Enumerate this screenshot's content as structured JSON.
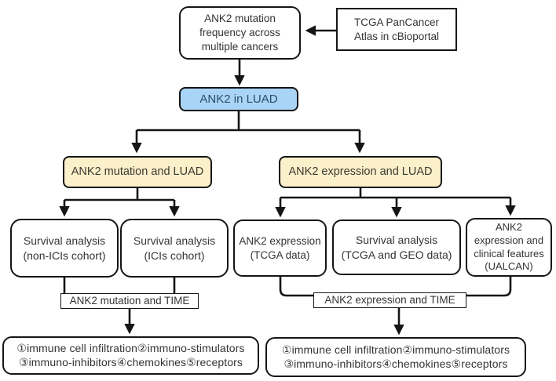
{
  "flowchart": {
    "nodes": {
      "freq": {
        "label": "ANK2 mutation\nfrequency across\nmultiple cancers"
      },
      "source": {
        "label": "TCGA PanCancer\nAtlas  in cBioportal"
      },
      "luad": {
        "label": "ANK2 in LUAD"
      },
      "mutation_luad": {
        "label": "ANK2 mutation and LUAD"
      },
      "expression_luad": {
        "label": "ANK2 expression and LUAD"
      },
      "survival_non_icis": {
        "label": "Survival analysis\n(non-ICIs cohort)"
      },
      "survival_icis": {
        "label": "Survival analysis\n(ICIs cohort)"
      },
      "expression_tcga": {
        "label": "ANK2 expression\n(TCGA data)"
      },
      "survival_tcga_geo": {
        "label": "Survival analysis\n(TCGA and GEO data)"
      },
      "expression_clinical": {
        "label": "ANK2\nexpression and\nclinical features\n(UALCAN)"
      },
      "mutation_time": {
        "label": "ANK2 mutation and TIME"
      },
      "expression_time": {
        "label": "ANK2 expression and TIME"
      },
      "time_components_left": {
        "label": "①immune cell infiltration②immuno-stimulators\n③immuno-inhibitors④chemokines⑤receptors"
      },
      "time_components_right": {
        "label": "①immune cell infiltration②immuno-stimulators\n③immuno-inhibitors④chemokines⑤receptors"
      }
    },
    "colors": {
      "luad_fill": "#a9d4f5",
      "branch_fill": "#fcf0cb",
      "node_fill": "#ffffff",
      "line": "#151515"
    }
  }
}
